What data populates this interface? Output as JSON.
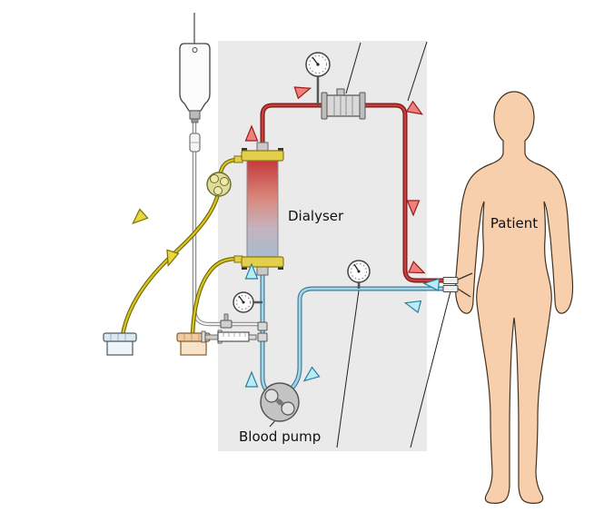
{
  "figure": {
    "description": "Hemodialysis circuit diagram",
    "labels": {
      "dialyser": "Dialyser",
      "patient": "Patient",
      "blood_pump": "Blood pump"
    },
    "colors": {
      "panel": "#eaeaea",
      "blood_return_line": "#c4403c",
      "blood_supply_line": "#a8d4e6",
      "dialysate_line": "#d6c51e",
      "saline_line": "#f2f2f2",
      "skin": "#f8cfad",
      "dialyser_cap_yellow": "#e4cf4a",
      "arrow_red": "#f0807c",
      "arrow_cyan": "#b8ecf6",
      "arrow_yellow": "#e6d93e"
    },
    "components": [
      "saline-bag",
      "drip-chamber",
      "roller-stopcock",
      "dialysate-pump",
      "dialysate-container-left",
      "dialysate-container-right",
      "dialyser",
      "air-trap",
      "pressure-gauge-top",
      "pressure-gauge-venous",
      "pressure-gauge-arterial",
      "heparin-syringe",
      "blood-pump",
      "patient-figure"
    ]
  }
}
